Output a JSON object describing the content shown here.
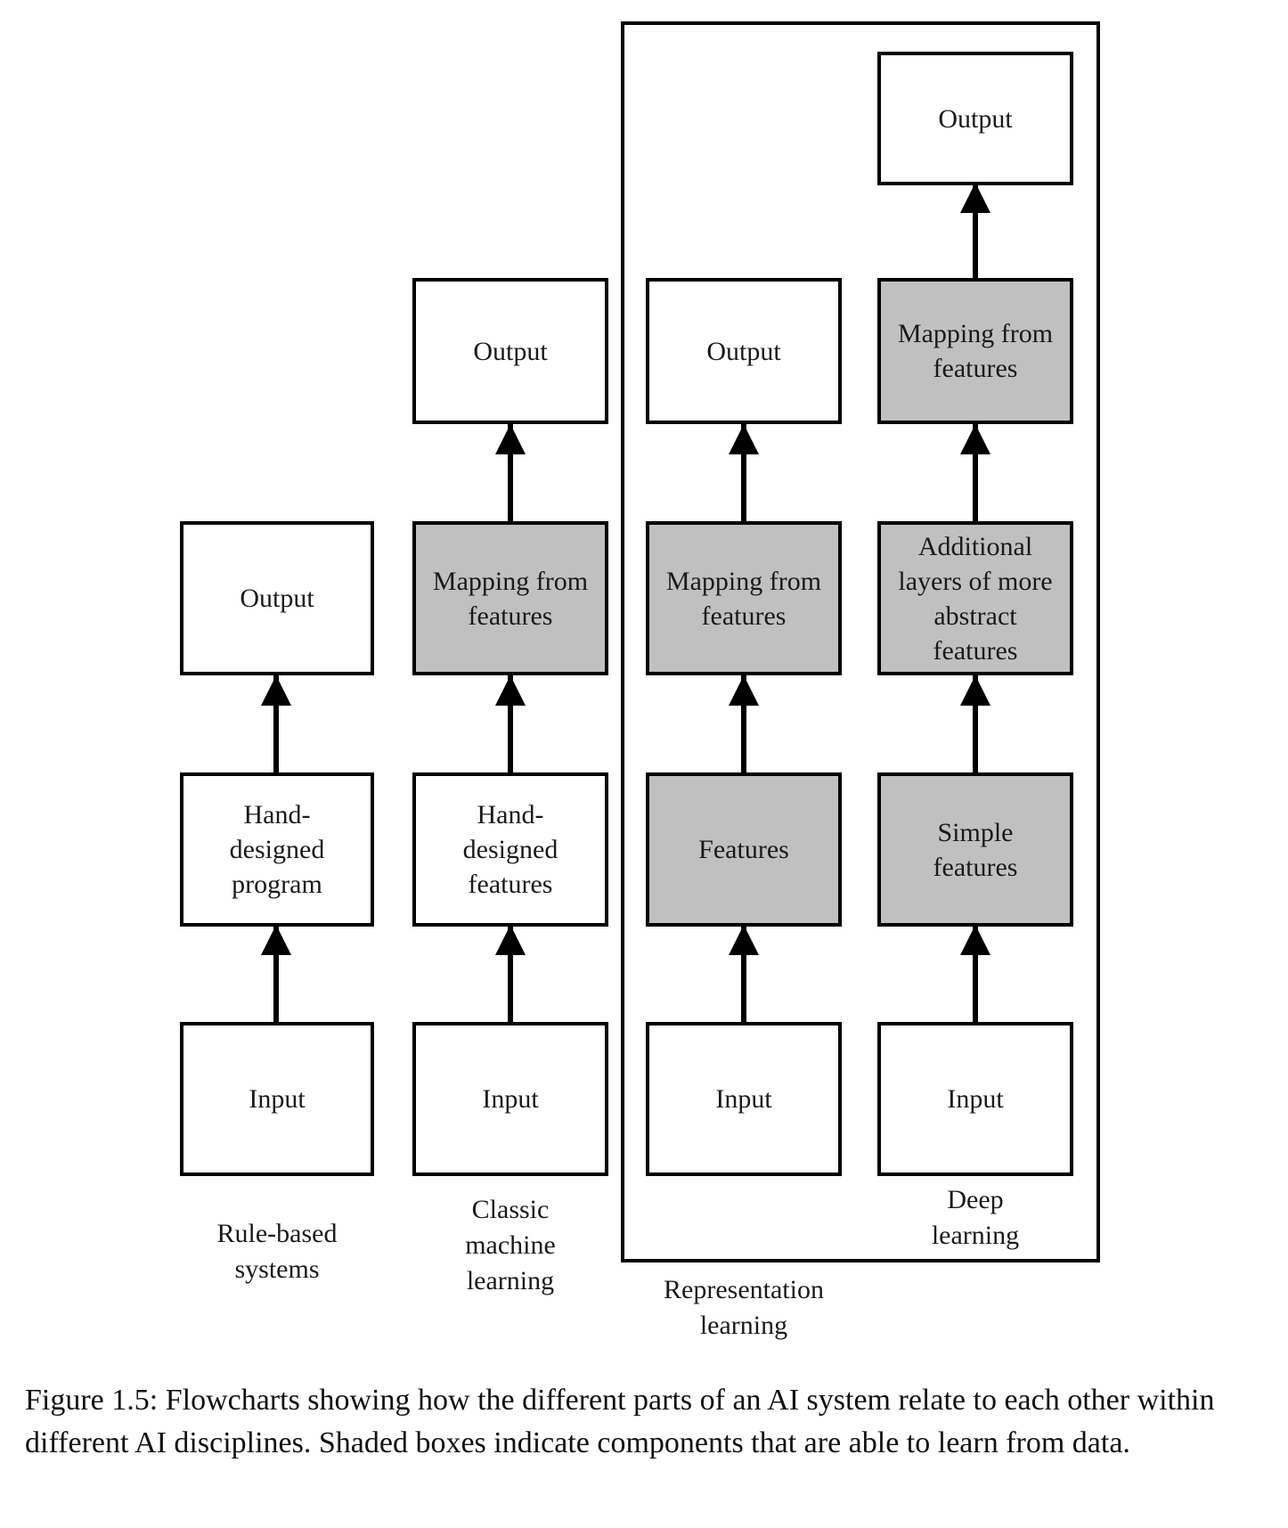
{
  "figure": {
    "caption": "Figure 1.5: Flowcharts showing how the different parts of an AI system relate to each other within different AI disciplines. Shaded boxes indicate components that are able to learn from data.",
    "caption_number": "Figure 1.5:"
  },
  "colors": {
    "shaded_fill": "#c0c0c0",
    "unshaded_fill": "#ffffff",
    "stroke": "#000000",
    "text": "#1a1a1a"
  },
  "legend": {
    "shaded_meaning": "Shaded boxes indicate components that are able to learn from data."
  },
  "groups": [
    {
      "name": "representation-learning",
      "label": "Representation\nlearning",
      "label_line1": "Representation",
      "label_line2": "learning",
      "contains_columns": [
        "representation-learning",
        "deep-learning"
      ]
    }
  ],
  "columns": [
    {
      "id": "rule-based-systems",
      "caption_line1": "Rule-based",
      "caption_line2": "systems",
      "caption": "Rule-based systems",
      "nodes": [
        {
          "id": "rb-input",
          "label": "Input",
          "shaded": false
        },
        {
          "id": "rb-program",
          "label": "Hand-\ndesigned\nprogram",
          "shaded": false,
          "lines": [
            "Hand-",
            "designed",
            "program"
          ]
        },
        {
          "id": "rb-output",
          "label": "Output",
          "shaded": false
        }
      ]
    },
    {
      "id": "classic-machine-learning",
      "caption_line1": "Classic",
      "caption_line2": "machine",
      "caption_line3": "learning",
      "caption": "Classic machine learning",
      "nodes": [
        {
          "id": "cml-input",
          "label": "Input",
          "shaded": false
        },
        {
          "id": "cml-features",
          "label": "Hand-\ndesigned\nfeatures",
          "shaded": false,
          "lines": [
            "Hand-",
            "designed",
            "features"
          ]
        },
        {
          "id": "cml-mapping",
          "label": "Mapping from\nfeatures",
          "shaded": true,
          "lines": [
            "Mapping from",
            "features"
          ]
        },
        {
          "id": "cml-output",
          "label": "Output",
          "shaded": false
        }
      ]
    },
    {
      "id": "representation-learning",
      "caption_line1": "Representation",
      "caption_line2": "learning",
      "caption": "Representation learning",
      "nodes": [
        {
          "id": "rl-input",
          "label": "Input",
          "shaded": false
        },
        {
          "id": "rl-features",
          "label": "Features",
          "shaded": true
        },
        {
          "id": "rl-mapping",
          "label": "Mapping from\nfeatures",
          "shaded": true,
          "lines": [
            "Mapping from",
            "features"
          ]
        },
        {
          "id": "rl-output",
          "label": "Output",
          "shaded": false
        }
      ]
    },
    {
      "id": "deep-learning",
      "caption_line1": "Deep",
      "caption_line2": "learning",
      "caption": "Deep learning",
      "nodes": [
        {
          "id": "dl-input",
          "label": "Input",
          "shaded": false
        },
        {
          "id": "dl-simple",
          "label": "Simple\nfeatures",
          "shaded": true,
          "lines": [
            "Simple",
            "features"
          ]
        },
        {
          "id": "dl-abstract",
          "label": "Additional\nlayers of more\nabstract\nfeatures",
          "shaded": true,
          "lines": [
            "Additional",
            "layers of more",
            "abstract",
            "features"
          ]
        },
        {
          "id": "dl-mapping",
          "label": "Mapping from\nfeatures",
          "shaded": true,
          "lines": [
            "Mapping from",
            "features"
          ]
        },
        {
          "id": "dl-output",
          "label": "Output",
          "shaded": false
        }
      ]
    }
  ],
  "nodes_flat": {
    "rb_input": "Input",
    "rb_program_l1": "Hand-",
    "rb_program_l2": "designed",
    "rb_program_l3": "program",
    "rb_output": "Output",
    "cml_input": "Input",
    "cml_features_l1": "Hand-",
    "cml_features_l2": "designed",
    "cml_features_l3": "features",
    "cml_mapping_l1": "Mapping from",
    "cml_mapping_l2": "features",
    "cml_output": "Output",
    "rl_input": "Input",
    "rl_features": "Features",
    "rl_mapping_l1": "Mapping from",
    "rl_mapping_l2": "features",
    "rl_output": "Output",
    "dl_input": "Input",
    "dl_simple_l1": "Simple",
    "dl_simple_l2": "features",
    "dl_abstract_l1": "Additional",
    "dl_abstract_l2": "layers of more",
    "dl_abstract_l3": "abstract",
    "dl_abstract_l4": "features",
    "dl_mapping_l1": "Mapping from",
    "dl_mapping_l2": "features",
    "dl_output": "Output"
  },
  "captions_flat": {
    "rule_based_l1": "Rule-based",
    "rule_based_l2": "systems",
    "classic_ml_l1": "Classic",
    "classic_ml_l2": "machine",
    "classic_ml_l3": "learning",
    "representation_l1": "Representation",
    "representation_l2": "learning",
    "deep_l1": "Deep",
    "deep_l2": "learning"
  }
}
